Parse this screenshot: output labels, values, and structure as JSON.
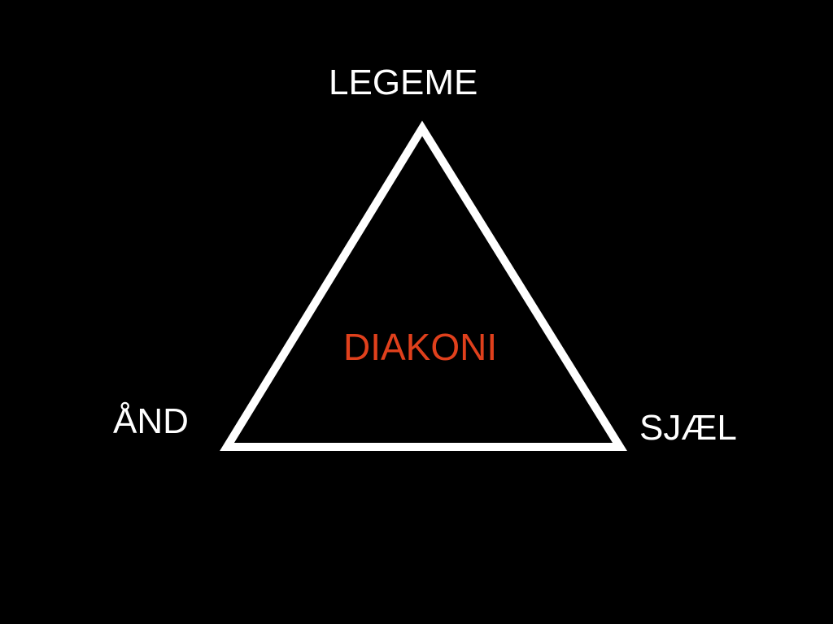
{
  "diagram": {
    "top_label": "LEGEME",
    "left_label": "ÅND",
    "right_label": "SJÆL",
    "center_label": "DIAKONI"
  },
  "colors": {
    "background": "#000000",
    "text": "#ffffff",
    "accent": "#e0401c",
    "line": "#ffffff"
  },
  "icons": {
    "triangle": "triangle-outline"
  }
}
